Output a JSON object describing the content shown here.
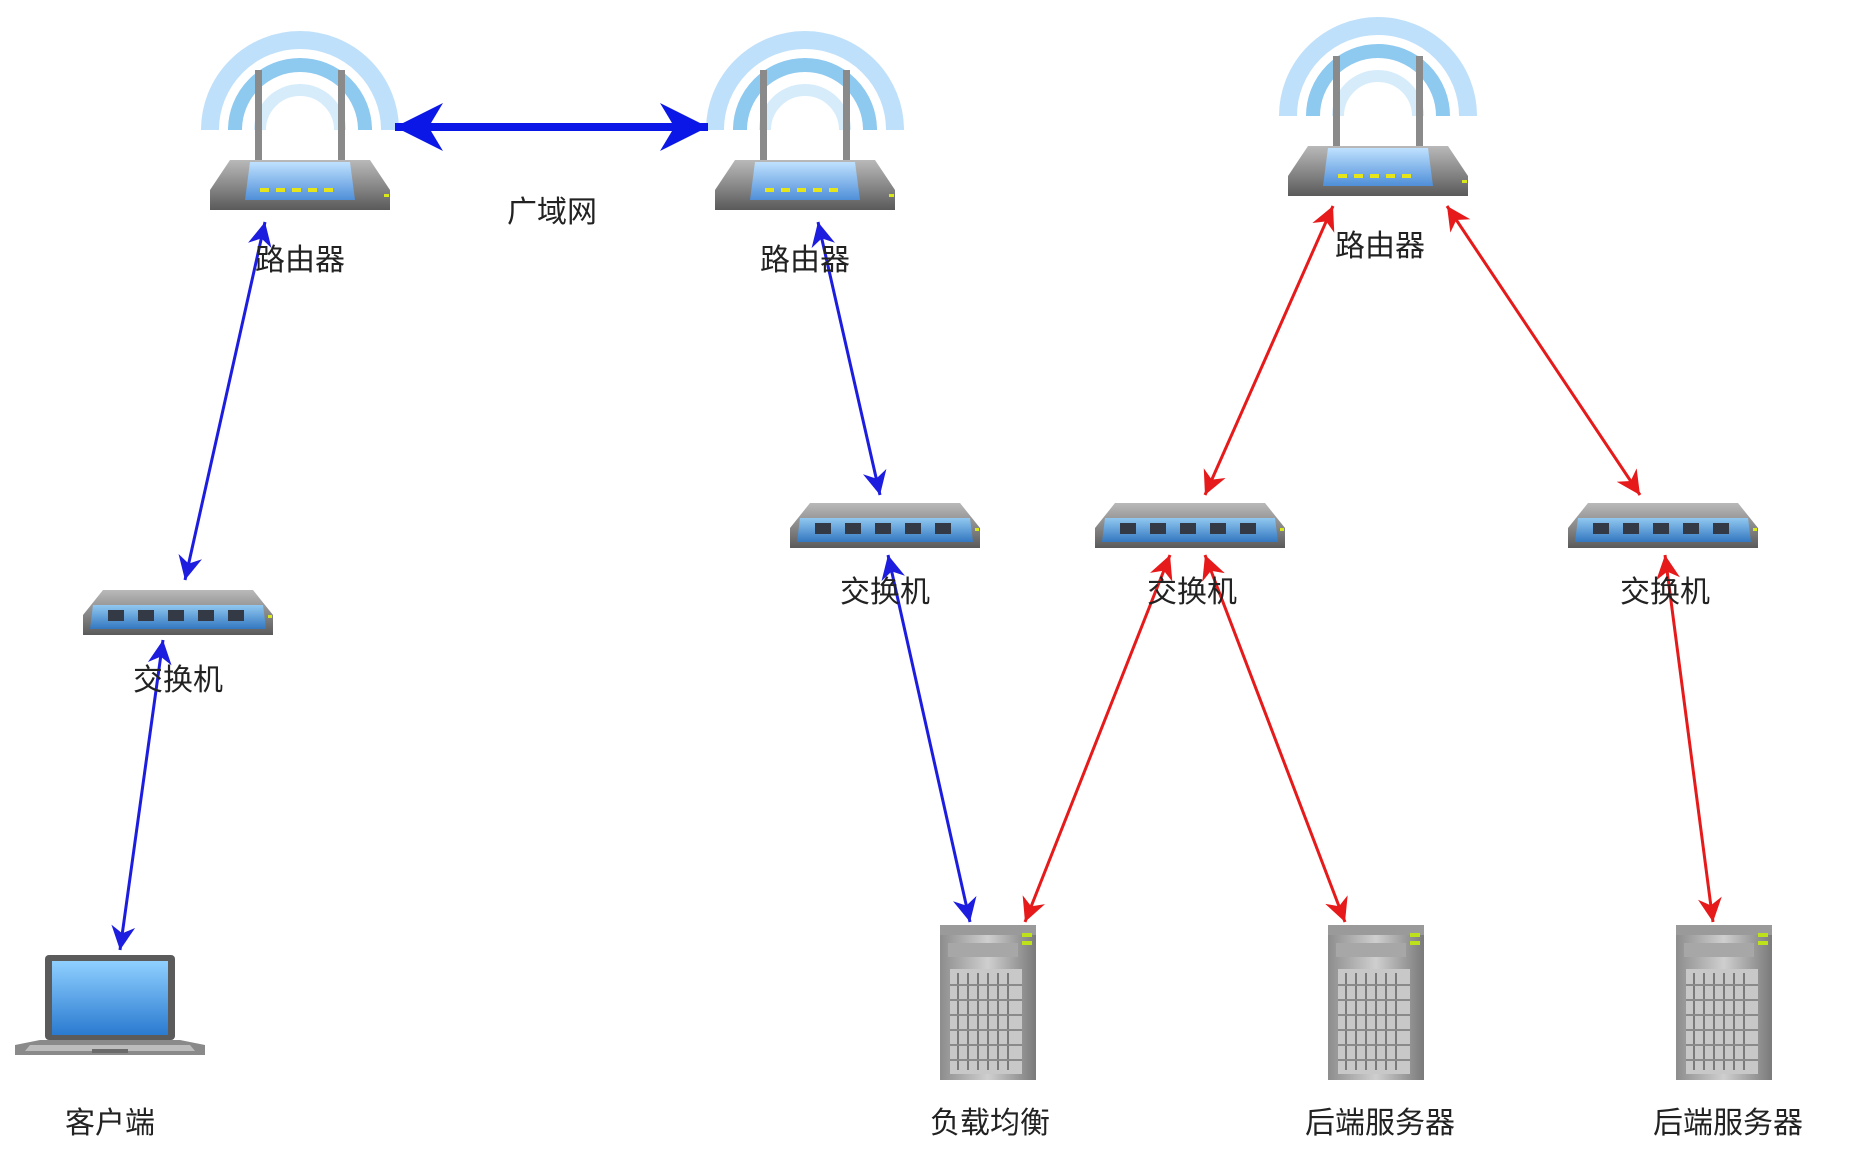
{
  "colors": {
    "wan_link": "#0a17e6",
    "client_path": "#1d1de0",
    "server_path": "#e61a1a",
    "wifi_wave": "#8ec9f0",
    "device_body": "#7b7b7b",
    "device_accent": "#6aa6e0"
  },
  "labels": {
    "wan": "广域网",
    "router_1": "路由器",
    "router_2": "路由器",
    "router_3": "路由器",
    "switch_1": "交换机",
    "switch_2": "交换机",
    "switch_3": "交换机",
    "switch_4": "交换机",
    "client": "客户端",
    "load_balancer": "负载均衡",
    "backend_1": "后端服务器",
    "backend_2": "后端服务器"
  },
  "icons": {
    "router": "wireless-router-icon",
    "switch": "network-switch-icon",
    "laptop": "laptop-icon",
    "server": "server-tower-icon"
  }
}
